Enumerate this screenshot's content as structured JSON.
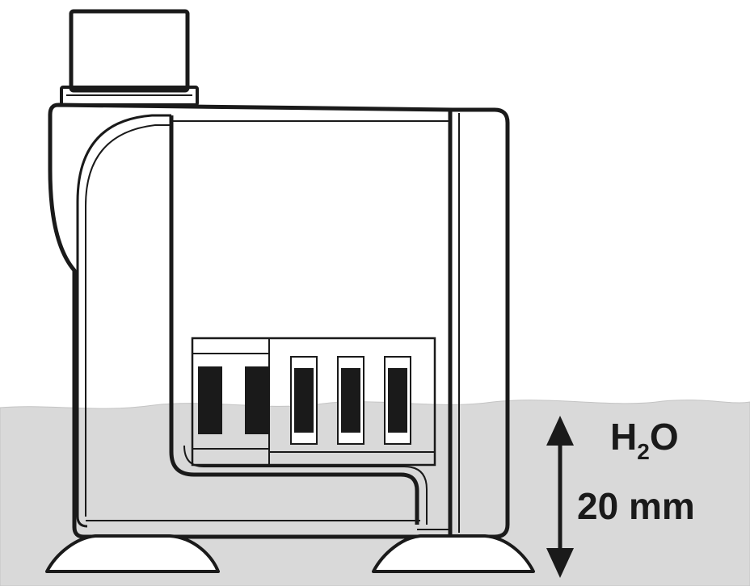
{
  "labels": {
    "chemical_main": "H",
    "chemical_subscript": "2",
    "chemical_tail": "O",
    "depth": "20 mm"
  },
  "colors": {
    "water": "#d9d9d9",
    "outline": "#1a1a1a",
    "body": "#ffffff",
    "slot_fill": "#1a1a1a"
  },
  "icons": {
    "depth_indicator": "double-arrow-vertical-icon"
  }
}
